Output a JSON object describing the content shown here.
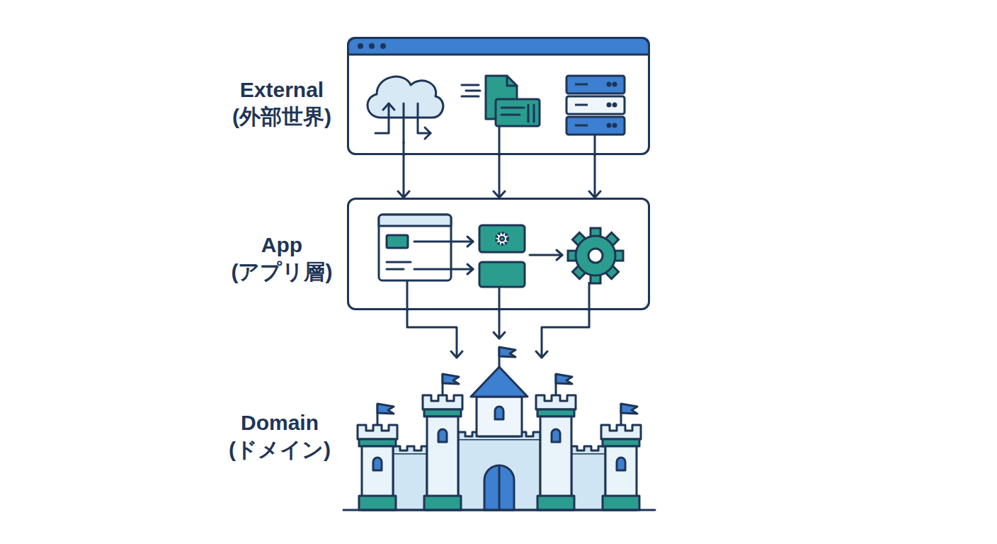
{
  "diagram": {
    "nodes": [
      {
        "text": [
          "External",
          "(外部世界)"
        ]
      },
      {
        "text": [
          "App",
          "(アプリ層)"
        ]
      },
      {
        "text": [
          "Domain",
          "(ドメイン)"
        ]
      }
    ],
    "edges": [
      {
        "from": 0,
        "to": 1,
        "arrow": "to"
      },
      {
        "from": 0,
        "to": 1,
        "arrow": "to"
      },
      {
        "from": 0,
        "to": 1,
        "arrow": "to"
      },
      {
        "from": 1,
        "to": 2,
        "arrow": "to"
      },
      {
        "from": 1,
        "to": 2,
        "arrow": "to"
      },
      {
        "from": 1,
        "to": 2,
        "arrow": "to"
      }
    ]
  }
}
